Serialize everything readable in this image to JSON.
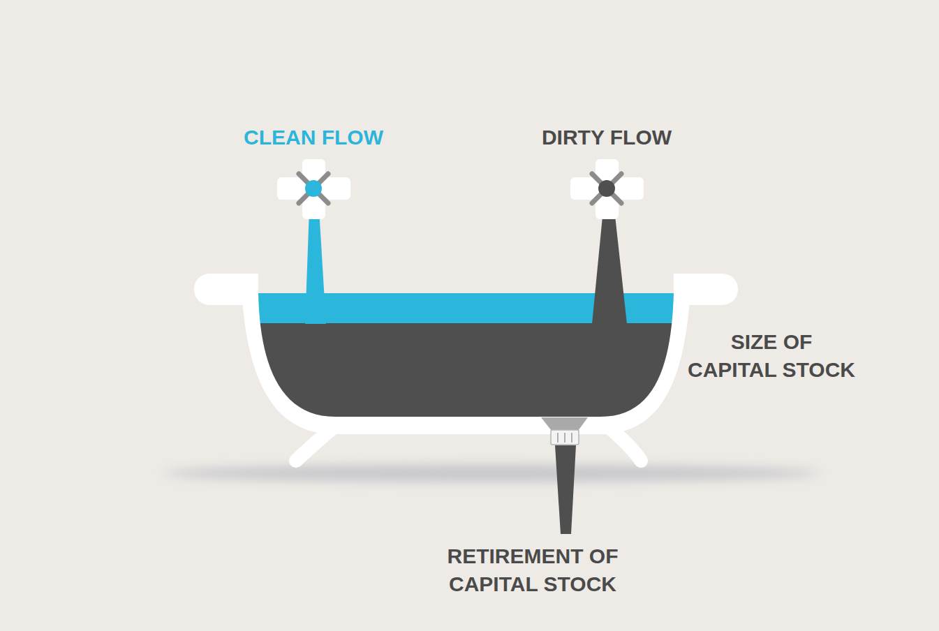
{
  "diagram": {
    "labels": [
      "CLEAN FLOW",
      "DIRTY FLOW",
      "SIZE OF CAPITAL STOCK",
      "RETIREMENT OF CAPITAL STOCK"
    ]
  }
}
